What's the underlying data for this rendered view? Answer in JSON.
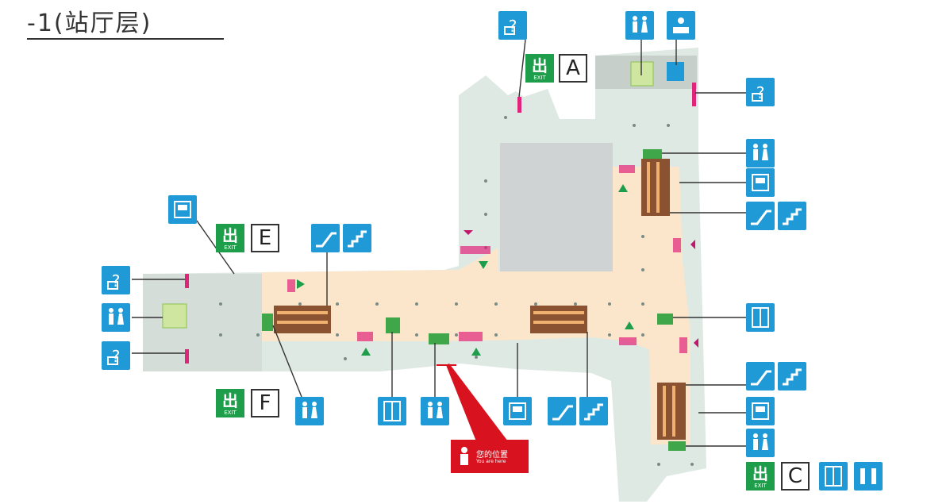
{
  "title": "-1(站厅层)",
  "exits": [
    {
      "name": "exit-a",
      "tag": "出",
      "tag_sub": "EXIT",
      "letter": "A"
    },
    {
      "name": "exit-e",
      "tag": "出",
      "tag_sub": "EXIT",
      "letter": "E"
    },
    {
      "name": "exit-f",
      "tag": "出",
      "tag_sub": "EXIT",
      "letter": "F"
    },
    {
      "name": "exit-c",
      "tag": "出",
      "tag_sub": "EXIT",
      "letter": "C"
    }
  ],
  "you_are_here": {
    "zh": "您的位置",
    "en": "You are here"
  },
  "icons": [
    "info-icon",
    "restroom-icon",
    "ticket-service-icon",
    "elevator-icon",
    "escalator-icon",
    "stairs-icon",
    "ticket-machine-icon",
    "gate-icon"
  ],
  "colors": {
    "platform": "#fbe6cc",
    "concourse": "#dfe9e4",
    "icon": "#1f9ad6",
    "exit": "#1e9e4a",
    "here": "#d9121f",
    "escalator": "#8a5230"
  }
}
